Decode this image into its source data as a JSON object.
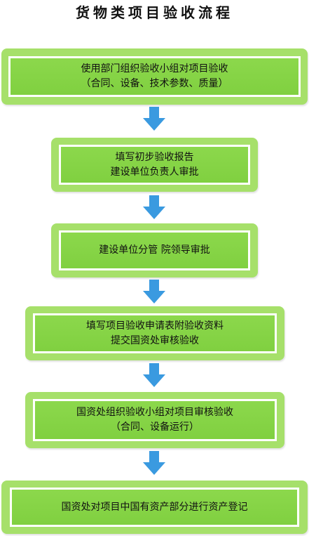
{
  "title": "货物类项目验收流程",
  "steps": [
    {
      "line1": "使用部门组织验收小组对项目验收",
      "line2": "（合同、设备、技术参数、质量）"
    },
    {
      "line1": "填写初步验收报告",
      "line2": "建设单位负责人审批"
    },
    {
      "line1": "建设单位分管 院领导审批"
    },
    {
      "line1": "填写项目验收申请表附验收资料",
      "line2": "提交国资处审核验收"
    },
    {
      "line1": "国资处组织验收小组对项目审核验收",
      "line2": "（合同、设备运行）"
    },
    {
      "line1": "国资处对项目中国有资产部分进行资产登记"
    }
  ],
  "colors": {
    "box": "#a6e06a",
    "inner": "#86d447",
    "arrow": "#3a9ae0",
    "border": "#ffffff"
  }
}
